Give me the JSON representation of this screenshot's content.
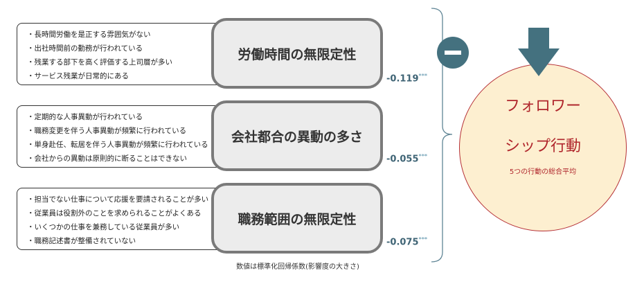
{
  "factors": [
    {
      "title": "労働時間の無限定性",
      "items": [
        "・長時間労働を是正する雰囲気がない",
        "・出社時間前の勤務が行われている",
        "・残業する部下を高く評価する上司層が多い",
        "・サービス残業が日常的にある"
      ],
      "coef": "-0.119",
      "sig": "***"
    },
    {
      "title": "会社都合の異動の多さ",
      "items": [
        "・定期的な人事異動が行われている",
        "・職務変更を伴う人事異動が頻繁に行われている",
        "・単身赴任、転居を伴う人事異動が頻繁に行われている",
        "・会社からの異動は原則的に断ることはできない"
      ],
      "coef": "-0.055",
      "sig": "***"
    },
    {
      "title": "職務範囲の無限定性",
      "items": [
        "・担当でない仕事について応援を要請されることが多い",
        "・従業員は役割外のことを求められることがよくある",
        "・いくつかの仕事を兼務している従業員が多い",
        "・職務記述書が整備されていない"
      ],
      "coef": "-0.075",
      "sig": "***"
    }
  ],
  "outcome": {
    "line1": "フォロワー",
    "line2": "シップ行動",
    "note": "5つの行動の総合平均"
  },
  "footnote": "数値は標準化回帰係数(影響度の大きさ)",
  "colors": {
    "accent": "#44717f",
    "outcome": "#b0262c",
    "outcome_bg": "#fdefd0"
  }
}
